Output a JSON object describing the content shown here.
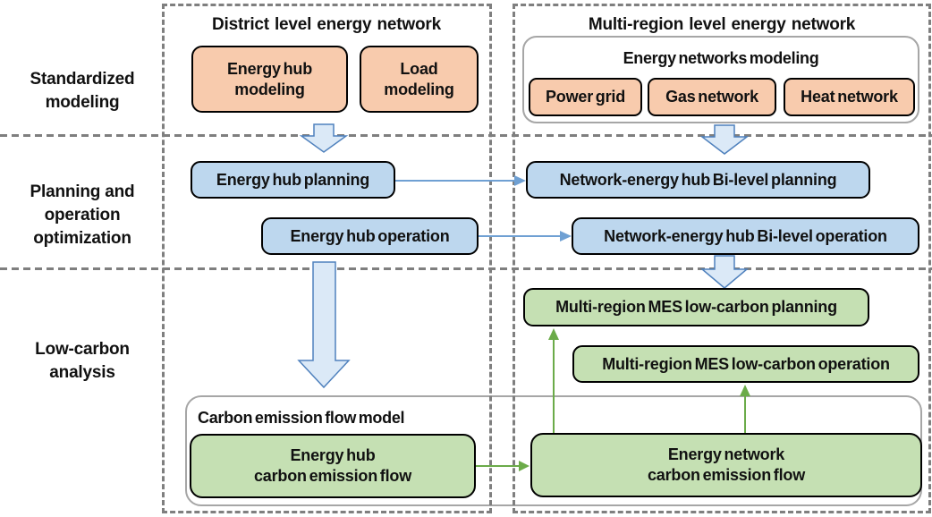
{
  "titles": {
    "district": "District level energy network",
    "multi_region": "Multi-region level energy network"
  },
  "row_labels": {
    "standardized": "Standardized\nmodeling",
    "planning": "Planning and\noperation\noptimization",
    "low_carbon": "Low-carbon\nanalysis"
  },
  "standardized": {
    "energy_hub_modeling": "Energy hub\nmodeling",
    "load_modeling": "Load\nmodeling",
    "energy_networks_modeling": "Energy networks modeling",
    "power_grid": "Power grid",
    "gas_network": "Gas network",
    "heat_network": "Heat network"
  },
  "planning": {
    "energy_hub_planning": "Energy hub planning",
    "energy_hub_operation": "Energy hub operation",
    "network_bilevel_planning": "Network-energy hub Bi-level planning",
    "network_bilevel_operation": "Network-energy hub Bi-level operation"
  },
  "low_carbon": {
    "mr_mes_planning": "Multi-region MES low-carbon planning",
    "mr_mes_operation": "Multi-region MES low-carbon operation",
    "cef_model": "Carbon emission flow model",
    "energy_hub_cef": "Energy hub\ncarbon emission flow",
    "energy_network_cef": "Energy network\ncarbon emission flow"
  },
  "colors": {
    "orange_fill": "#F8CBAD",
    "blue_fill": "#BDD7EE",
    "green_fill": "#C5E0B3",
    "block_arrow_fill": "#DBE9F7",
    "block_arrow_stroke": "#4F81BD",
    "connector_blue": "#6FA0D3",
    "arrow_green": "#6BAB49",
    "dash_gray": "#7F7F7F",
    "container_border": "#A6A6A6",
    "box_border": "#000000",
    "text": "#111111"
  }
}
